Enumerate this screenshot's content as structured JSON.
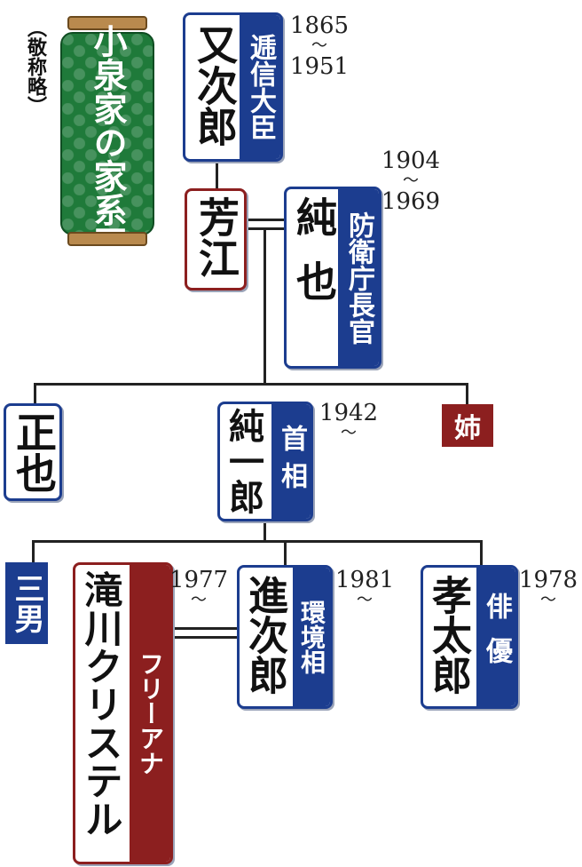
{
  "title": "小泉家の家系図",
  "note": "（敬称略）",
  "persons": {
    "matajiro": {
      "name": "又次郎",
      "title": "逓信大臣",
      "years": [
        "1865",
        "〜",
        "1951"
      ]
    },
    "yoshie": {
      "name": "芳江"
    },
    "junya": {
      "name": "純也",
      "title": "防衛庁長官",
      "years": [
        "1904",
        "〜",
        "1969"
      ]
    },
    "masaya": {
      "name": "正也"
    },
    "ane": {
      "name": "姉"
    },
    "junichiro": {
      "name": "純一郎",
      "title": "首相",
      "years": [
        "1942",
        "〜"
      ]
    },
    "sanan": {
      "name": "三男"
    },
    "christel": {
      "name": "滝川クリステル",
      "title": "フリーアナ",
      "years": [
        "1977",
        "〜"
      ]
    },
    "shinjiro": {
      "name": "進次郎",
      "title": "環境相",
      "years": [
        "1981",
        "〜"
      ]
    },
    "kotaro": {
      "name": "孝太郎",
      "title": "俳優",
      "years": [
        "1978",
        "〜"
      ]
    }
  },
  "colors": {
    "navy": "#1c3d8f",
    "maroon": "#8c1f1f",
    "green": "#1f7a3a",
    "line": "#222222"
  }
}
